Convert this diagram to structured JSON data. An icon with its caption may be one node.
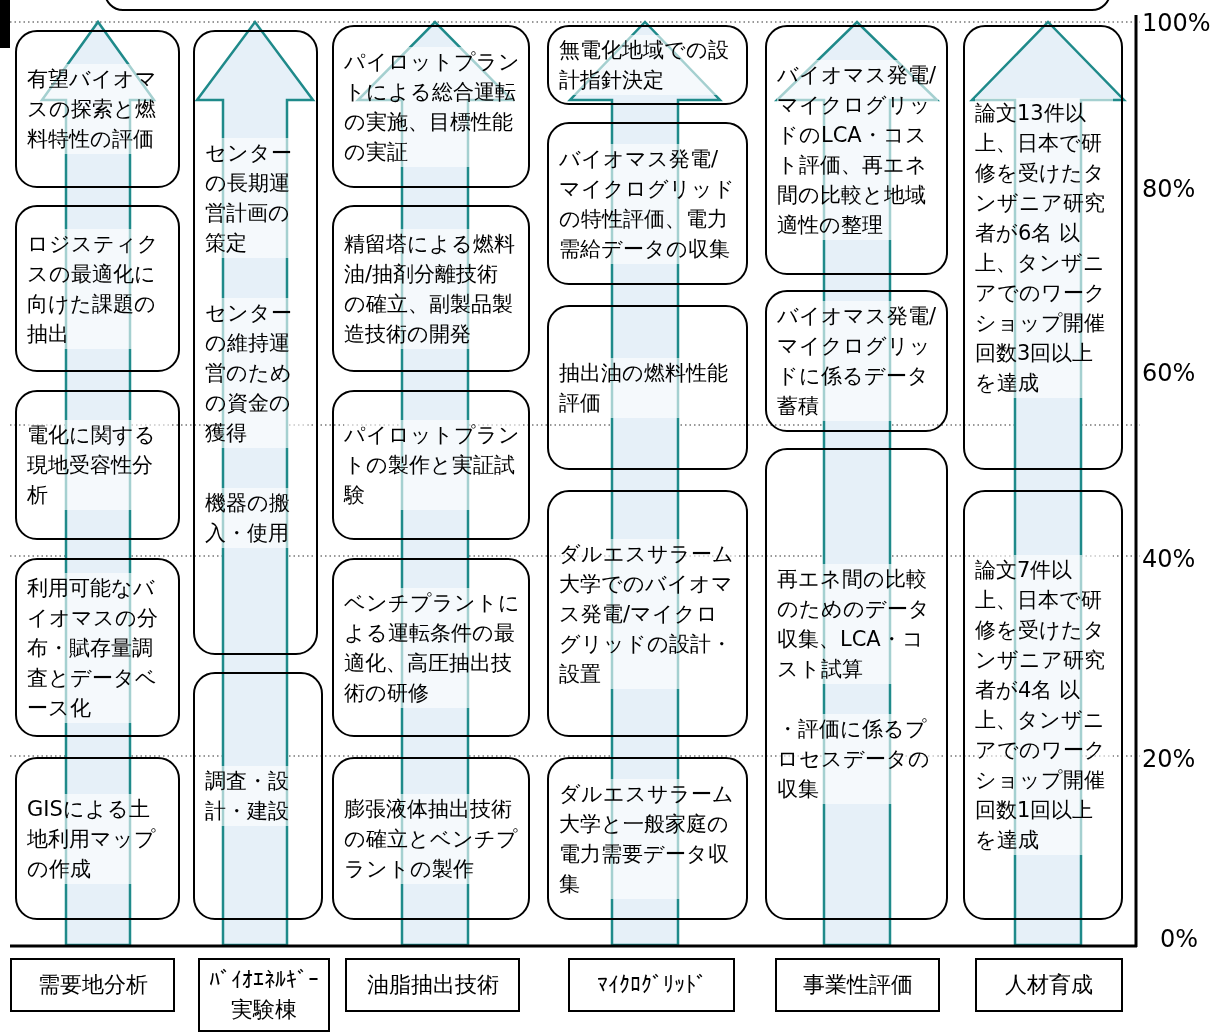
{
  "diagram": {
    "nodes": [
      {
        "text": [
          "有望バイオマスの探索と燃料特性の評価"
        ]
      },
      {
        "text": [
          "ロジスティクスの最適化に向けた課題の抽出"
        ]
      },
      {
        "text": [
          "電化に関する現地受容性分析"
        ]
      },
      {
        "text": [
          "利用可能なバイオマスの分布・賦存量調査とデータベース化"
        ]
      },
      {
        "text": [
          "GISによる土地利用マップの作成"
        ]
      },
      {
        "text": [
          "センターの長期運営計画の策定",
          "センターの維持運営のための資金の獲得",
          "機器の搬入・使用"
        ]
      },
      {
        "text": [
          "調査・設計・建設"
        ]
      },
      {
        "text": [
          "パイロットプラントによる総合運転の実施、目標性能の実証"
        ]
      },
      {
        "text": [
          "精留塔による燃料油/抽剤分離技術の確立、副製品製造技術の開発"
        ]
      },
      {
        "text": [
          "パイロットプラントの製作と実証試験"
        ]
      },
      {
        "text": [
          "ベンチプラントによる運転条件の最適化、高圧抽出技術の研修"
        ]
      },
      {
        "text": [
          "膨張液体抽出技術の確立とベンチプラントの製作"
        ]
      },
      {
        "text": [
          "無電化地域での設計指針決定"
        ]
      },
      {
        "text": [
          "バイオマス発電/マイクログリッドの特性評価、電力需給データの収集"
        ]
      },
      {
        "text": [
          "抽出油の燃料性能評価"
        ]
      },
      {
        "text": [
          "ダルエスサラーム大学でのバイオマス発電/マイクログリッドの設計・設置"
        ]
      },
      {
        "text": [
          "ダルエスサラーム大学と一般家庭の電力需要データ収集"
        ]
      },
      {
        "text": [
          "バイオマス発電/マイクログリッドのLCA・コスト評価、再エネ間の比較と地域適性の整理"
        ]
      },
      {
        "text": [
          "バイオマス発電/マイクログリッドに係るデータ蓄積"
        ]
      },
      {
        "text": [
          "再エネ間の比較のためのデータ収集、LCA・コスト試算",
          "・評価に係るプロセスデータの収集"
        ]
      },
      {
        "text": [
          "論文13件以上、日本で研修を受けたタンザニア研究者が6名 以上、タンザニアでのワークショップ開催回数3回以上を達成"
        ]
      },
      {
        "text": [
          "論文7件以上、日本で研修を受けたタンザニア研究者が4名 以上、タンザニアでのワークショップ開催回数1回以上を達成"
        ]
      },
      {
        "text": [
          "需要地分析"
        ]
      },
      {
        "text": [
          "ﾊﾞｲｵｴﾈﾙｷﾞｰ実験棟"
        ]
      },
      {
        "text": [
          "油脂抽出技術"
        ]
      },
      {
        "text": [
          "ﾏｲｸﾛｸﾞﾘｯﾄﾞ"
        ]
      },
      {
        "text": [
          "事業性評価"
        ]
      },
      {
        "text": [
          "人材育成"
        ]
      }
    ],
    "labels": [
      "100%",
      "80%",
      "60%",
      "40%",
      "20%",
      "0%"
    ]
  }
}
